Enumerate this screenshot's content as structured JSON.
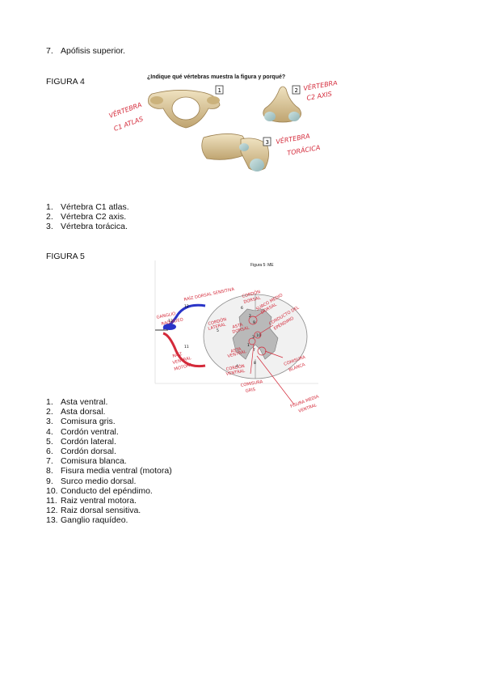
{
  "top_item": {
    "num": "7.",
    "text": "Apófisis superior."
  },
  "figura4": {
    "label": "FIGURA 4",
    "heading": "¿Indique qué vértebras muestra la figura y porqué?",
    "box_labels": [
      "1",
      "2",
      "3"
    ],
    "handwritten": {
      "v1_line1": "VÉRTEBRA",
      "v1_line2": "C1 ATLAS",
      "v2_line1": "VÉRTEBRA",
      "v2_line2": "C2 AXIS",
      "v3_line1": "VÉRTEBRA",
      "v3_line2": "TORÁCICA"
    },
    "answers": [
      {
        "num": "1.",
        "text": "Vértebra C1 atlas."
      },
      {
        "num": "2.",
        "text": "Vértebra C2 axis."
      },
      {
        "num": "3.",
        "text": "Vértebra torácica."
      }
    ]
  },
  "figura5": {
    "label": "FIGURA 5",
    "title": "Figura 5: ME",
    "numbers": [
      "6",
      "12",
      "13",
      "5",
      "11",
      "4",
      "1",
      "2",
      "3",
      "10",
      "7",
      "8",
      "9"
    ],
    "handwritten": {
      "raiz_dorsal": "RAÍZ DORSAL SENSITIVA",
      "ganglio": "GANGLIO",
      "raquideo": "RAQUÍDEO",
      "cordon_dorsal_1": "CORDÓN",
      "cordon_dorsal_2": "DORSAL",
      "surco_1": "SURCO MEDIO",
      "surco_2": "DORSAL",
      "cordon_lateral_1": "CORDÓN",
      "cordon_lateral_2": "LATERAL",
      "asta_dorsal_1": "ASTA",
      "asta_dorsal_2": "DORSAL",
      "conducto_1": "CONDUCTO DEL",
      "conducto_2": "EPÉNDIMO",
      "asta_ventral_1": "ASTA",
      "asta_ventral_2": "VENTRAL",
      "raiz_ventral_1": "RAÍZ",
      "raiz_ventral_2": "VENTRAL",
      "raiz_ventral_3": "MOTORA",
      "cordon_ventral_1": "CORDÓN",
      "cordon_ventral_2": "VENTRAL",
      "comisura_gris_1": "COMISURA",
      "comisura_gris_2": "GRIS",
      "comisura_blanca_1": "COMISURA",
      "comisura_blanca_2": "BLANCA",
      "fisura_1": "FISURA MEDIA",
      "fisura_2": "VENTRAL"
    },
    "answers": [
      {
        "num": "1.",
        "text": "Asta ventral."
      },
      {
        "num": "2.",
        "text": "Asta dorsal."
      },
      {
        "num": "3.",
        "text": "Comisura gris."
      },
      {
        "num": "4.",
        "text": "Cordón ventral."
      },
      {
        "num": "5.",
        "text": "Cordón lateral."
      },
      {
        "num": "6.",
        "text": "Cordón dorsal."
      },
      {
        "num": "7.",
        "text": "Comisura blanca."
      },
      {
        "num": "8.",
        "text": "Fisura media ventral (motora)"
      },
      {
        "num": "9.",
        "text": "Surco medio dorsal."
      },
      {
        "num": "10.",
        "text": "Conducto del epéndimo."
      },
      {
        "num": "11.",
        "text": "Raiz ventral motora."
      },
      {
        "num": "12.",
        "text": "Raiz dorsal sensitiva."
      },
      {
        "num": "13.",
        "text": "Ganglio raquídeo."
      }
    ]
  },
  "colors": {
    "handwriting": "#d42a3a",
    "bone": "#d8c49a",
    "dorsal_root": "#2a35c8",
    "ventral_root": "#d42a3a"
  }
}
